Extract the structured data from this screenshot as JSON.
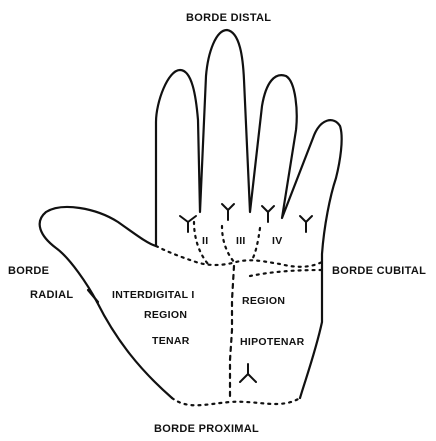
{
  "labels": {
    "borde_distal": "BORDE DISTAL",
    "borde_radial_1": "BORDE",
    "borde_radial_2": "RADIAL",
    "borde_cubital": "BORDE CUBITAL",
    "borde_proximal": "BORDE PROXIMAL",
    "interdigital_i": "INTERDIGITAL I",
    "region_tenar_1": "REGION",
    "region_tenar_2": "TENAR",
    "region_hipo_1": "REGION",
    "region_hipo_2": "HIPOTENAR",
    "area_ii": "II",
    "area_iii": "III",
    "area_iv": "IV"
  }
}
